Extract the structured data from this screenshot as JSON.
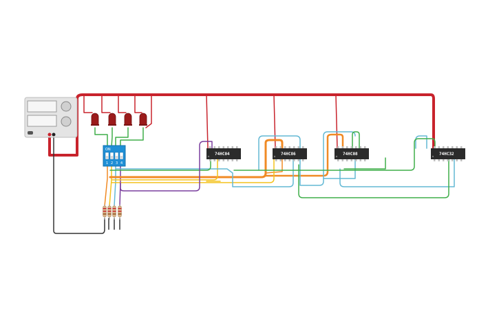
{
  "colors": {
    "red_wire": "#c8232c",
    "black_wire": "#333333",
    "green_wire": "#3fae49",
    "orange_wire": "#f08a24",
    "yellow_wire": "#f4c21b",
    "blue_wire": "#62b8d4",
    "purple_wire": "#7a3e9d",
    "chip_body": "#2b2b2b",
    "dip_switch": "#1f8fd6",
    "led": "#9b1b1b",
    "psu_body": "#e4e4e4"
  },
  "power_supply": {
    "name": "power-supply",
    "icon": "bench-power-supply"
  },
  "dip_switch": {
    "label_on": "ON",
    "positions": [
      "1",
      "2",
      "3",
      "4"
    ]
  },
  "leds": [
    {
      "name": "led-1",
      "color": "red"
    },
    {
      "name": "led-2",
      "color": "red"
    },
    {
      "name": "led-3",
      "color": "red"
    },
    {
      "name": "led-4",
      "color": "red"
    }
  ],
  "resistors": [
    {
      "name": "resistor-1"
    },
    {
      "name": "resistor-2"
    },
    {
      "name": "resistor-3"
    },
    {
      "name": "resistor-4"
    }
  ],
  "chips": [
    {
      "name": "chip-74hc04",
      "label": "74HC04"
    },
    {
      "name": "chip-74hc86",
      "label": "74HC86"
    },
    {
      "name": "chip-74hc08",
      "label": "74HC08"
    },
    {
      "name": "chip-74hc32",
      "label": "74HC32"
    }
  ]
}
